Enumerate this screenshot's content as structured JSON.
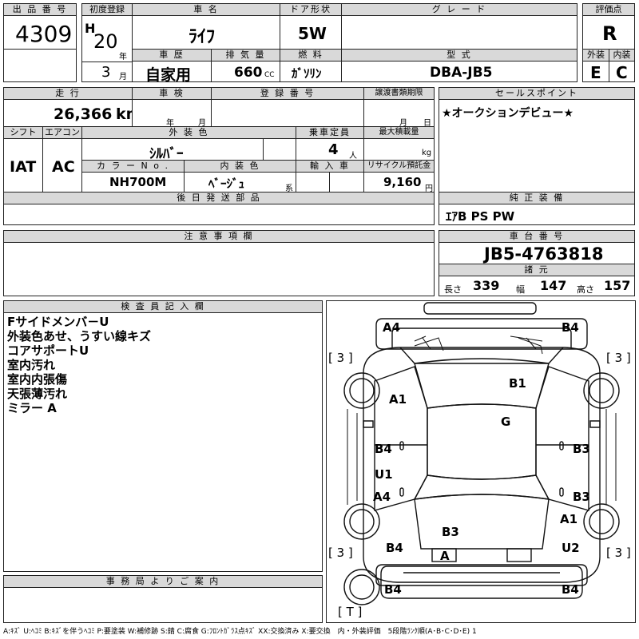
{
  "labels": {
    "lot_no": "出 品 番 号",
    "first_reg": "初度登録",
    "car_name": "車 名",
    "door": "ドア形状",
    "grade": "グ レ ー ド",
    "score": "評価点",
    "history": "車 歴",
    "displacement": "排 気 量",
    "fuel": "燃 料",
    "model": "型 式",
    "exterior": "外装",
    "interior": "内装",
    "mileage": "走 行",
    "inspection": "車 検",
    "reg_no": "登 録 番 号",
    "transfer": "譲渡書類期限",
    "sales_point": "セールスポイント",
    "shift": "シフト",
    "aircon": "エアコン",
    "ext_color": "外 装 色",
    "capacity": "乗車定員",
    "max_load": "最大積載量",
    "color_no": "カ ラ ー N o .",
    "int_color": "内 装 色",
    "import": "輸 入 車",
    "recycle": "リサイクル預託金",
    "later_parts": "後 日 発 送 部 品",
    "genuine_equip": "純 正 装 備",
    "notes": "注 意 事 項 欄",
    "chassis_no": "車 台 番 号",
    "specs": "諸 元",
    "inspector": "検 査 員 記 入 欄",
    "office": "事 務 局 よ り ご 案 内"
  },
  "values": {
    "lot_no": "4309",
    "era": "H",
    "year": "20",
    "month": "3",
    "car_name": "ﾗｲﾌ",
    "door": "5W",
    "grade": "",
    "score": "R",
    "history": "自家用",
    "displacement": "660",
    "fuel": "ｶﾞｿﾘﾝ",
    "model": "DBA-JB5",
    "exterior": "E",
    "interior": "C",
    "mileage": "26,366",
    "inspection_year": "",
    "inspection_month": "",
    "reg_no": "",
    "transfer_month": "",
    "transfer_day": "",
    "sales_point": "★オークションデビュー★",
    "shift": "IAT",
    "aircon": "AC",
    "ext_color": "ｼﾙﾊﾞｰ",
    "capacity": "4",
    "max_load": "",
    "color_no": "NH700M",
    "int_color": "ﾍﾞｰｼﾞｭ",
    "import": "",
    "recycle": "9,160",
    "later_parts": "",
    "genuine_equip": "ｴｱB PS PW",
    "notes": "",
    "chassis_no": "JB5-4763818",
    "length_label": "長さ",
    "length": "339",
    "width_label": "幅",
    "width": "147",
    "height_label": "高さ",
    "height": "157"
  },
  "units": {
    "year": "年",
    "month": "月",
    "cc": "CC",
    "km": "km",
    "yen": "円",
    "person": "人",
    "kg": "kg",
    "insp_year": "年",
    "insp_month": "月",
    "tr_month": "月",
    "tr_day": "日",
    "kei": "系"
  },
  "inspector_notes": [
    "Fサイドメンバ－U",
    "外装色あせ、うすい線キズ",
    "コアサポートU",
    "室内汚れ",
    "室内内張傷",
    "天張薄汚れ",
    "ミラー A"
  ],
  "office_note": "",
  "legend": "A:ｷｽﾞ U:ﾍｺﾐ B:ｷｽﾞを伴うﾍｺﾐ P:要塗装 W:補修跡 S:錆 C:腐食 G:ﾌﾛﾝﾄｶﾞﾗｽ点ｷｽﾞ XX:交換済み X:要交換　内・外装評価　5段階ﾗﾝｸ順(A･B･C･D･E) 1",
  "diagram": {
    "marks": [
      "A4",
      "B4",
      "[ 3 ]",
      "[ 3 ]",
      "A1",
      "B1",
      "G",
      "B4",
      "B3",
      "U1",
      "A4",
      "B3",
      "A1",
      "B3",
      "B4",
      "U2",
      "[ 3 ]",
      "[ 3 ]",
      "A",
      "B4",
      "B4",
      "[ T ]"
    ]
  }
}
